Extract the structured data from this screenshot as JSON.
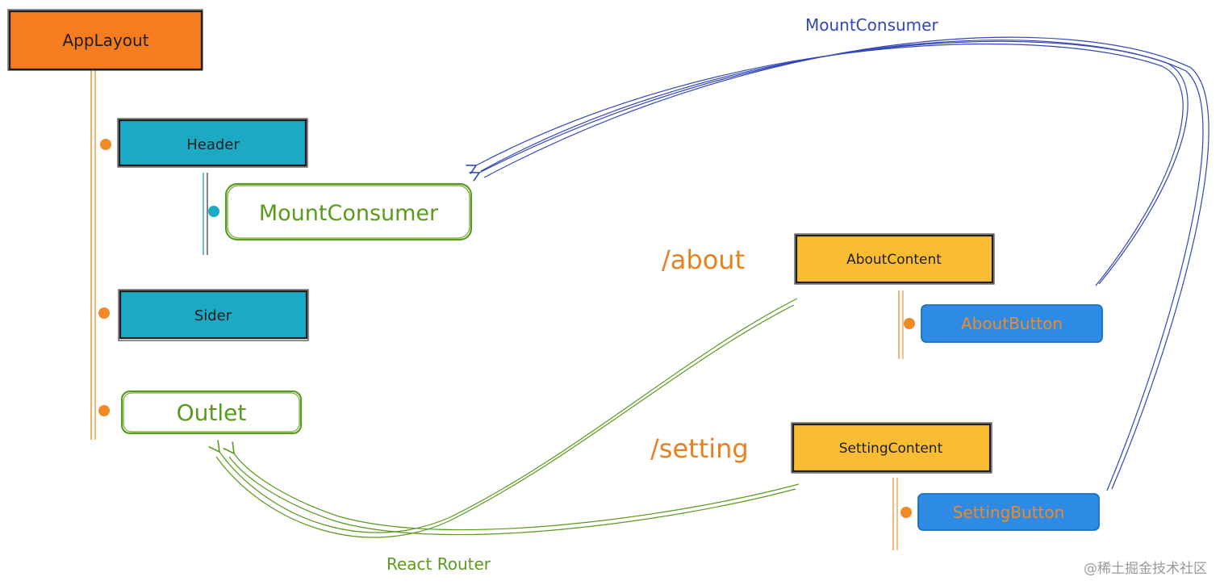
{
  "nodes": {
    "app_layout": "AppLayout",
    "header": "Header",
    "mount_consumer": "MountConsumer",
    "sider": "Sider",
    "outlet": "Outlet",
    "about_content": "AboutContent",
    "about_button": "AboutButton",
    "setting_content": "SettingContent",
    "setting_button": "SettingButton"
  },
  "route_labels": {
    "about": "/about",
    "setting": "/setting"
  },
  "edge_labels": {
    "mount_consumer": "MountConsumer",
    "react_router": "React Router"
  },
  "watermark": "@稀土掘金技术社区",
  "colors": {
    "app_layout_fill": "#f57c1f",
    "header_fill": "#1ba9c4",
    "sider_fill": "#1ba9c4",
    "content_fill": "#f9bd34",
    "button_fill": "#2d8be6",
    "button_text": "#f08a24",
    "green": "#5a9a1c",
    "blue_edge": "#3346b8",
    "orange_line": "#f0973a",
    "route_text": "#e8801e",
    "outline": "#1e1e1e"
  },
  "icons": {
    "bullet": "circle-dot-icon"
  }
}
